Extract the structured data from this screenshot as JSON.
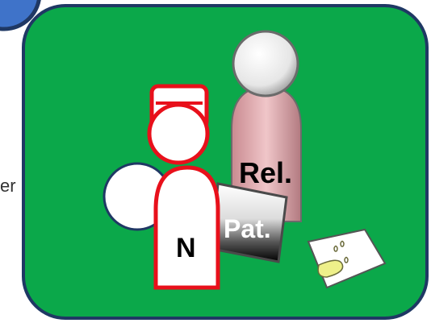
{
  "labels": {
    "relative": "Rel.",
    "patient": "Pat.",
    "nurse": "N",
    "left_fragment": "er"
  },
  "colors": {
    "panel_fill": "#0ba84a",
    "panel_border": "#1f3864",
    "nurse_outline": "#e8101b",
    "relative_body": "#e2a8ad",
    "corner_badge": "#3f73c9"
  },
  "icons": {
    "relative_figure": "person-silhouette",
    "patient_bed": "bed",
    "nurse_figure": "nurse-with-cap",
    "cushion": "tissue-with-drops"
  }
}
